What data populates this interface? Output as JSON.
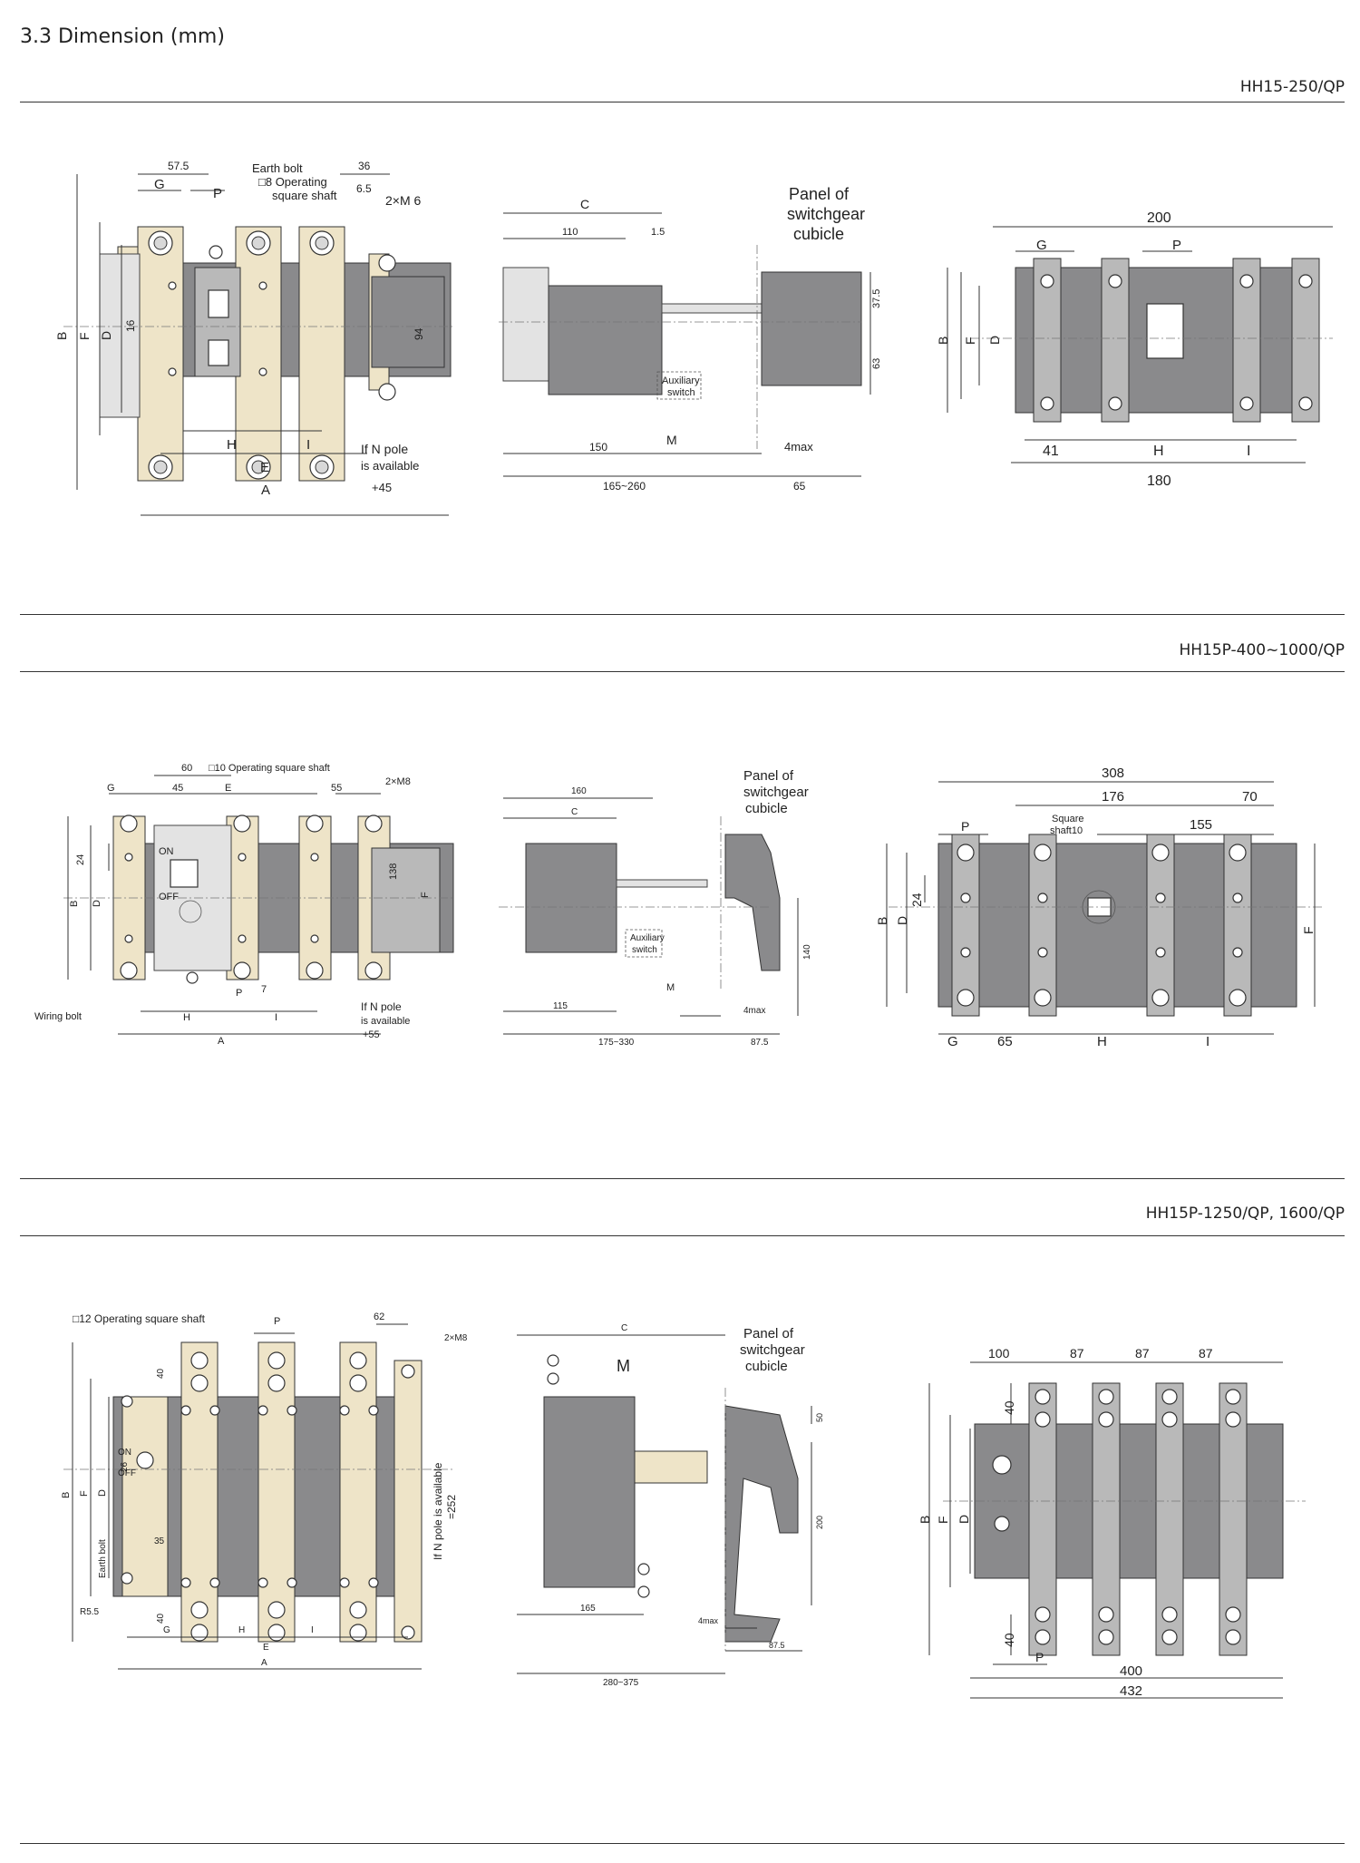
{
  "page": {
    "title": "3.3 Dimension (mm)"
  },
  "sections": [
    {
      "model": "HH15-250/QP",
      "front": {
        "top_dims": [
          "57.5",
          "36",
          "6.5"
        ],
        "letters": {
          "G": "G",
          "P": "P",
          "B": "B",
          "F": "F",
          "D": "D",
          "H": "H",
          "I": "I",
          "E": "E",
          "A": "A"
        },
        "callouts": [
          "Earth bolt",
          "□8 Operating",
          "square shaft"
        ],
        "bolt_label": "2×M  6",
        "v_dims": [
          "16",
          "94"
        ],
        "npole": [
          "If N pole",
          "is available",
          "+45"
        ]
      },
      "side": {
        "C": "C",
        "dims": [
          "110",
          "1.5",
          "37.5",
          "63",
          "150",
          "165~260",
          "4max",
          "65"
        ],
        "panel": [
          "Panel of",
          "switchgear",
          "cubicle"
        ],
        "aux": [
          "Auxiliary",
          "switch"
        ],
        "M": "M"
      },
      "rear": {
        "dims": [
          "200",
          "41",
          "180"
        ],
        "letters": {
          "G": "G",
          "P": "P",
          "B": "B",
          "F": "F",
          "D": "D",
          "H": "H",
          "I": "I"
        }
      }
    },
    {
      "model": "HH15P-400~1000/QP",
      "front": {
        "top_dims": [
          "60",
          "45",
          "55"
        ],
        "letters": {
          "G": "G",
          "E": "E",
          "B": "B",
          "D": "D",
          "F": "F",
          "P": "P",
          "H": "H",
          "I": "I",
          "A": "A"
        },
        "callouts": [
          "□10 Operating square shaft"
        ],
        "bolt_label": "2×M8",
        "v_dims": [
          "24",
          "138"
        ],
        "small": [
          "7"
        ],
        "on": "ON",
        "off": "OFF",
        "wiring": "Wiring bolt",
        "npole": [
          "If N pole",
          "is available",
          "+55"
        ]
      },
      "side": {
        "C": "C",
        "dims": [
          "160",
          "115",
          "175~330",
          "4max",
          "87.5",
          "140"
        ],
        "panel": [
          "Panel of",
          "switchgear",
          "cubicle"
        ],
        "aux": [
          "Auxiliary",
          "switch"
        ],
        "M": "M"
      },
      "rear": {
        "dims": [
          "308",
          "176",
          "70",
          "155",
          "24",
          "65"
        ],
        "shaft": [
          "Square",
          "shaft10"
        ],
        "letters": {
          "P": "P",
          "B": "B",
          "D": "D",
          "F": "F",
          "G": "G",
          "H": "H",
          "I": "I"
        }
      }
    },
    {
      "model": "HH15P-1250/QP, 1600/QP",
      "front": {
        "top_dims": [
          "62"
        ],
        "letters": {
          "P": "P",
          "B": "B",
          "F": "F",
          "D": "D",
          "G": "G",
          "H": "H",
          "I": "I",
          "E": "E",
          "A": "A"
        },
        "callouts": [
          "□12 Operating square shaft"
        ],
        "bolt_label": "2×M8",
        "v_dims": [
          "40",
          "26",
          "35",
          "40"
        ],
        "r": "R5.5",
        "on": "ON",
        "off": "OFF",
        "earth": "Earth bolt",
        "npole": "If N pole is available",
        "npole_val": "=252"
      },
      "side": {
        "C": "C",
        "dims": [
          "50",
          "200",
          "165",
          "280~375",
          "4max",
          "87.5"
        ],
        "panel": [
          "Panel of",
          "switchgear",
          "cubicle"
        ],
        "M": "M"
      },
      "rear": {
        "dims": [
          "100",
          "87",
          "87",
          "87",
          "40",
          "40",
          "400",
          "432"
        ],
        "letters": {
          "B": "B",
          "F": "F",
          "D": "D",
          "P": "P"
        }
      }
    }
  ]
}
